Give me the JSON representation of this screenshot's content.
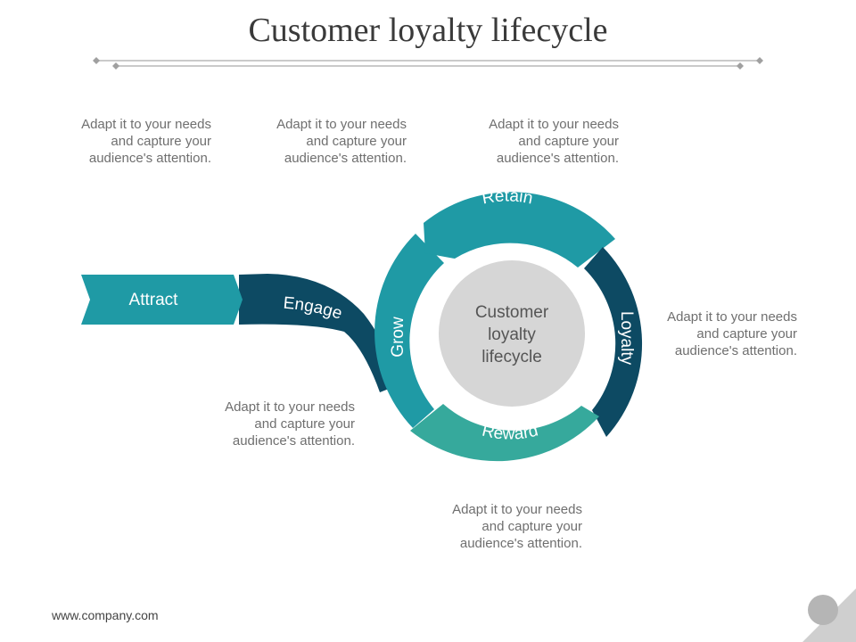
{
  "title": "Customer loyalty lifecycle",
  "colors": {
    "teal": "#1f9aa5",
    "dark_teal": "#0d4a63",
    "light_teal": "#36a99c",
    "hub": "#d6d6d6"
  },
  "stages": {
    "attract": "Attract",
    "engage": "Engage",
    "grow": "Grow",
    "retain": "Retain",
    "loyalty": "Loyalty",
    "reward": "Reward"
  },
  "center": {
    "line1": "Customer",
    "line2": "loyalty",
    "line3": "lifecycle"
  },
  "notes": [
    {
      "line1": "Adapt it to your needs",
      "line2": "and capture your",
      "line3": "audience's attention."
    },
    {
      "line1": "Adapt it to your needs",
      "line2": "and capture your",
      "line3": "audience's attention."
    },
    {
      "line1": "Adapt it to your needs",
      "line2": "and capture your",
      "line3": "audience's attention."
    },
    {
      "line1": "Adapt it to your needs",
      "line2": "and capture your",
      "line3": "audience's attention."
    },
    {
      "line1": "Adapt it to your needs",
      "line2": "and capture your",
      "line3": "audience's attention."
    },
    {
      "line1": "Adapt it to your needs",
      "line2": "and capture your",
      "line3": "audience's attention."
    }
  ],
  "footer": "www.company.com"
}
